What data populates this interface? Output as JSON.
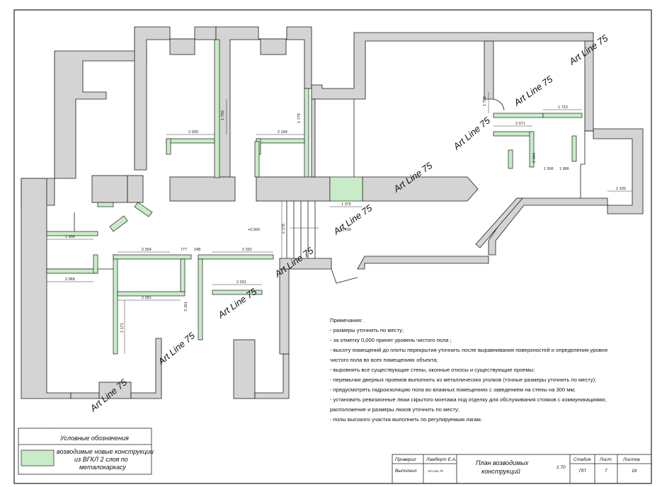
{
  "plan": {
    "level_mark": "+0,000",
    "watermark": "Art Line 75",
    "dimensions": [
      "2 009",
      "2 194",
      "2 071",
      "1 723",
      "1 100",
      "1 375",
      "2 332",
      "2 031",
      "2 281",
      "2 354",
      "1 906",
      "2 068",
      "1 779",
      "1 790",
      "777",
      "248",
      "0,400",
      "2 178",
      "1 700",
      "3 161",
      "1 171",
      "1 506",
      "1 686",
      "2 544"
    ]
  },
  "notes": {
    "heading": "Примечания:",
    "lines": [
      "- размеры уточнить по месту;",
      "- за отметку 0,000 принят уровень чистого пола ;",
      "- высоту помещений до плиты перекрытия уточнить после выравнивания поверхностей и определения уровня",
      "чистого пола во всех помещениях объекта;",
      "- выровнять все существующие стены, оконные откосы и существующие проемы;",
      "- перемычки дверных проемов выполнить из металлических уголков (точные размеры уточнить по месту);",
      "- предусмотреть гидроизоляцию пола во влажных помещениях с заведением на стены на 300 мм;",
      "- установить ревизионные люки скрытого монтажа под отделку для обслуживания стояков с коммуникациями;",
      "расположение и размеры люков уточнить по месту;",
      "- полы высокого участка выполнить по регулируемым лагам."
    ]
  },
  "legend": {
    "title": "Условные обозначения",
    "item_line1": "возводимые новые конструкции",
    "item_line2": "из ВГКЛ 2 слоя по",
    "item_line3": "металокаркасу",
    "swatch_color": "#c8ecc8"
  },
  "stamp": {
    "row1_role": "Проверил",
    "row1_name": "Ламберт Е.А.",
    "row2_role": "Выполнил",
    "signature": "Art Line 75",
    "title_line1": "План возводимых",
    "title_line2": "конструкций",
    "scale": "1:70",
    "col_stage": "Стадия",
    "col_sheet": "Лист",
    "col_sheets": "Листов",
    "stage": "ПП",
    "sheet": "7",
    "sheets": "16"
  },
  "colors": {
    "wall_gray": "#d4d4d4",
    "new_wall_green": "#c8ecc8",
    "line": "#1a1a1a"
  }
}
